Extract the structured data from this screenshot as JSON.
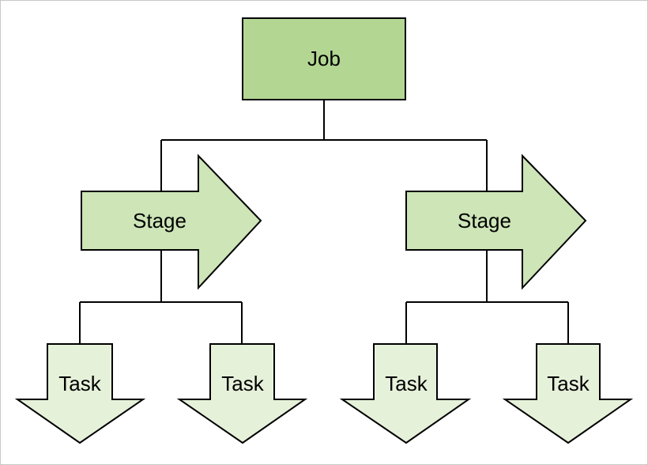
{
  "diagram": {
    "job": {
      "label": "Job",
      "color": "#b3d793"
    },
    "stages": [
      {
        "label": "Stage",
        "color": "#cde5b7"
      },
      {
        "label": "Stage",
        "color": "#cde5b7"
      }
    ],
    "tasks": [
      {
        "label": "Task",
        "color": "#e6f1da"
      },
      {
        "label": "Task",
        "color": "#e6f1da"
      },
      {
        "label": "Task",
        "color": "#e6f1da"
      },
      {
        "label": "Task",
        "color": "#e6f1da"
      }
    ],
    "line_color": "#000000"
  }
}
